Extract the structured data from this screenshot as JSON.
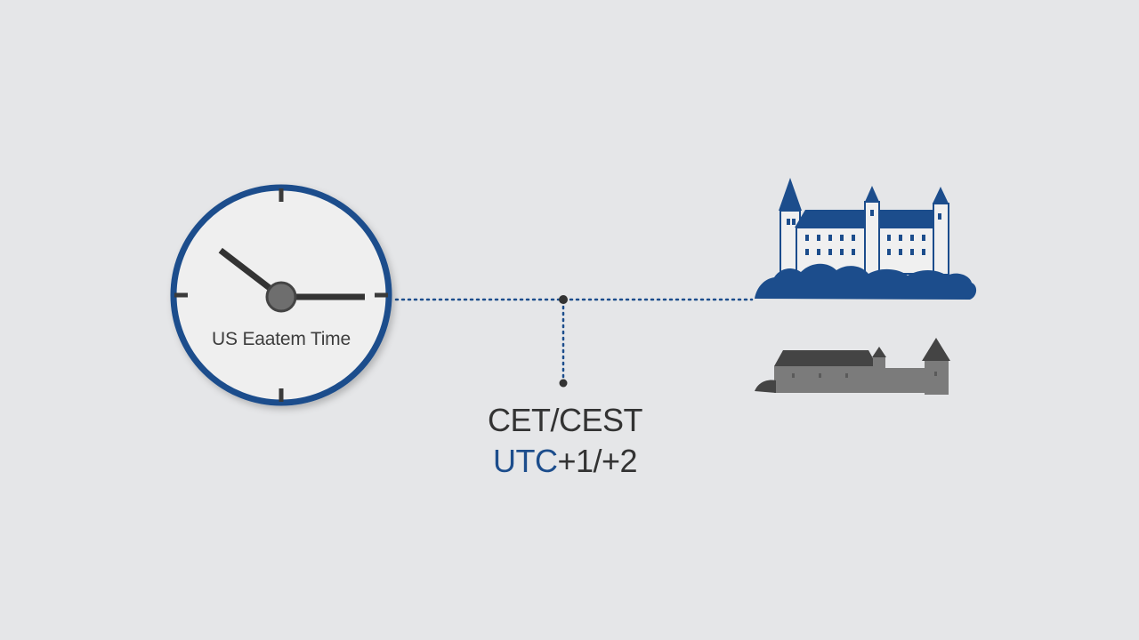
{
  "clock": {
    "label": "US Eaatem Time",
    "hour": 10,
    "minute": 15
  },
  "timezone": {
    "name": "CET/CEST",
    "offset_prefix": "UTC",
    "offset_suffix": "+1/+2"
  },
  "colors": {
    "background": "#e5e6e8",
    "primary_blue": "#1c4d8c",
    "clock_face": "#efefef",
    "hand": "#333333",
    "castle_gray": "#7b7b7b",
    "text": "#333333"
  },
  "icons": {
    "clock": "clock-icon",
    "blue_castle": "castle-icon",
    "gray_castle": "fortress-icon"
  }
}
